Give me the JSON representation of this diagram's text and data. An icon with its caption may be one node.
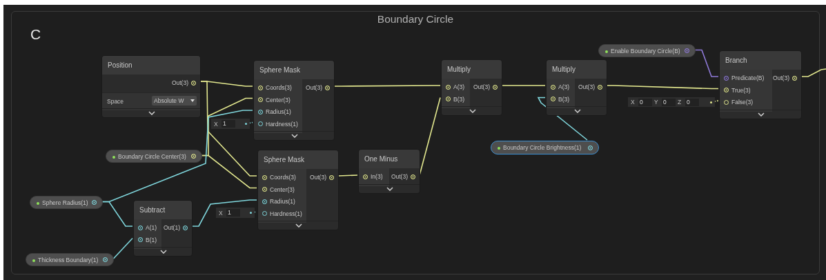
{
  "diagram": {
    "nodes": [
      {
        "text": [
          "Boundary Circle"
        ]
      },
      {
        "text": [
          "Position",
          "Out(3)",
          "Space",
          "Absolute W"
        ],
        "in": 0
      },
      {
        "text": [
          "Sphere Mask",
          "Coords(3)",
          "Center(3)",
          "Radius(1)",
          "Hardness(1)",
          "Out(3)"
        ],
        "in": 0
      },
      {
        "text": [
          "Boundary Circle Center(3)"
        ],
        "in": 0
      },
      {
        "text": [
          "Sphere Radius(1)"
        ],
        "in": 0
      },
      {
        "text": [
          "Thickness Boundary(1)"
        ],
        "in": 0
      },
      {
        "text": [
          "Subtract",
          "A(1)",
          "B(1)",
          "Out(1)"
        ],
        "in": 0
      },
      {
        "text": [
          "Sphere Mask",
          "Coords(3)",
          "Center(3)",
          "Radius(1)",
          "Hardness(1)",
          "Out(3)"
        ],
        "in": 0
      },
      {
        "text": [
          "One Minus",
          "In(3)",
          "Out(3)"
        ],
        "in": 0
      },
      {
        "text": [
          "Multiply",
          "A(3)",
          "B(3)",
          "Out(3)"
        ],
        "in": 0
      },
      {
        "text": [
          "Multiply",
          "A(3)",
          "B(3)",
          "Out(3)"
        ],
        "in": 0
      },
      {
        "text": [
          "Boundary Circle Brightness(1)"
        ],
        "in": 0
      },
      {
        "text": [
          "Enable Boundary Circle(B)"
        ],
        "in": 0
      },
      {
        "text": [
          "Branch",
          "Predicate(B)",
          "True(3)",
          "False(3)",
          "Out(3)"
        ],
        "in": 0
      },
      {
        "text": [
          "X",
          "1"
        ],
        "in": 0
      },
      {
        "text": [
          "X",
          "1"
        ],
        "in": 0
      },
      {
        "text": [
          "X",
          "0",
          "Y",
          "0",
          "Z",
          "0"
        ],
        "in": 0
      }
    ],
    "edges": [
      {
        "from": 1,
        "to": 2,
        "arrow": "none"
      },
      {
        "from": 1,
        "to": 7,
        "arrow": "none"
      },
      {
        "from": 3,
        "to": 2,
        "arrow": "none"
      },
      {
        "from": 3,
        "to": 7,
        "arrow": "none"
      },
      {
        "from": 4,
        "to": 2,
        "arrow": "none",
        "color": "#7fd6dc"
      },
      {
        "from": 4,
        "to": 6,
        "arrow": "none",
        "color": "#7fd6dc"
      },
      {
        "from": 5,
        "to": 6,
        "arrow": "none",
        "color": "#7fd6dc"
      },
      {
        "from": 6,
        "to": 7,
        "arrow": "none",
        "color": "#7fd6dc"
      },
      {
        "from": 14,
        "to": 2,
        "arrow": "none",
        "style": "dashed",
        "color": "#7fd6dc"
      },
      {
        "from": 15,
        "to": 7,
        "arrow": "none",
        "style": "dashed",
        "color": "#7fd6dc"
      },
      {
        "from": 2,
        "to": 9,
        "arrow": "none"
      },
      {
        "from": 7,
        "to": 8,
        "arrow": "none"
      },
      {
        "from": 8,
        "to": 9,
        "arrow": "none"
      },
      {
        "from": 9,
        "to": 10,
        "arrow": "none"
      },
      {
        "from": 11,
        "to": 10,
        "arrow": "none",
        "color": "#7fd6dc"
      },
      {
        "from": 10,
        "to": 13,
        "arrow": "none"
      },
      {
        "from": 12,
        "to": 13,
        "arrow": "none",
        "color": "#8f7ad8"
      },
      {
        "from": 16,
        "to": 13,
        "arrow": "none",
        "style": "dashed"
      },
      {
        "from": 13,
        "to": null,
        "arrow": "none"
      }
    ],
    "labels": [
      "C"
    ]
  }
}
